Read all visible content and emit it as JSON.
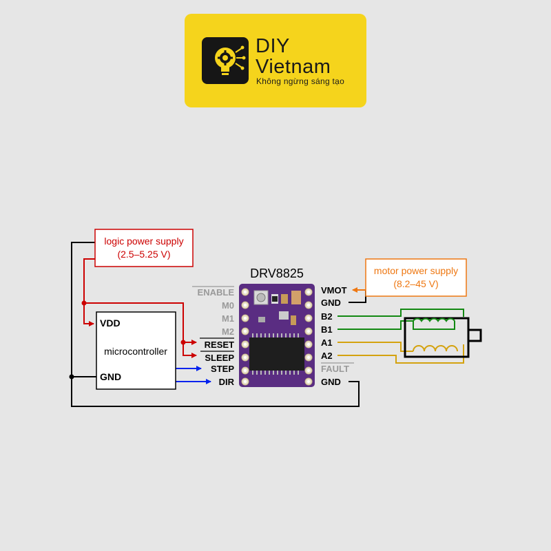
{
  "logo": {
    "line1": "DIY",
    "line2": "Vietnam",
    "tagline": "Không ngừng sáng tạo",
    "icon": "bulb-gear-icon",
    "background_color": "#f5d41c"
  },
  "diagram": {
    "board_title": "DRV8825",
    "logic_supply": {
      "line1": "logic power supply",
      "line2": "(2.5–5.25 V)",
      "color": "#cc0000"
    },
    "motor_supply": {
      "line1": "motor power supply",
      "line2": "(8.2–45 V)",
      "color": "#ee7711"
    },
    "microcontroller": {
      "label": "microcontroller",
      "vdd": "VDD",
      "gnd": "GND"
    },
    "left_pins": {
      "enable": "ENABLE",
      "m0": "M0",
      "m1": "M1",
      "m2": "M2",
      "reset": "RESET",
      "sleep": "SLEEP",
      "step": "STEP",
      "dir": "DIR"
    },
    "right_pins": {
      "vmot": "VMOT",
      "gnd1": "GND",
      "b2": "B2",
      "b1": "B1",
      "a1": "A1",
      "a2": "A2",
      "fault": "FAULT",
      "gnd2": "GND"
    },
    "colors": {
      "logic": "#cc0000",
      "motor": "#ee7711",
      "step_dir": "#0022ee",
      "coil_b": "#118811",
      "coil_a": "#d4a20e",
      "ground": "#000000",
      "board": "#5a2d82"
    }
  }
}
